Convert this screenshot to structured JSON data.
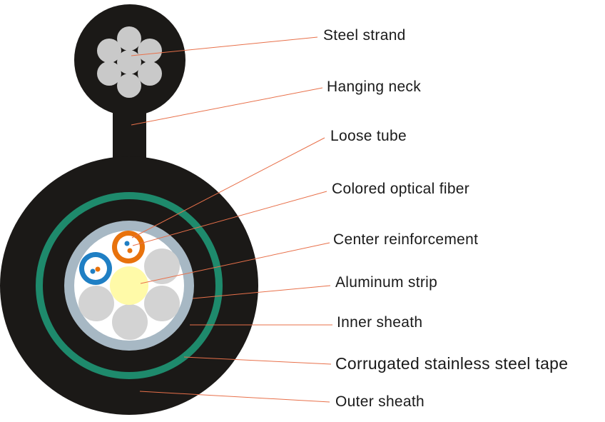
{
  "labels": {
    "steel_strand": "Steel strand",
    "hanging_neck": "Hanging neck",
    "loose_tube": "Loose tube",
    "colored_optical_fiber": "Colored optical fiber",
    "center_reinforcement": "Center reinforcement",
    "aluminum_strip": "Aluminum strip",
    "inner_sheath": "Inner sheath",
    "corrugated_tape": "Corrugated stainless steel tape",
    "outer_sheath": "Outer sheath"
  },
  "colors": {
    "sheath": "#1b1917",
    "steel_tape": "#1e8a6c",
    "aluminum_strip": "#a7b8c4",
    "core_fill": "#ffffff",
    "filler_rod": "#d3d3d3",
    "center_reinforcement": "#fffaa8",
    "tube_orange": "#e8720c",
    "tube_blue": "#1f7fc4",
    "leader_line": "#e8704a"
  }
}
